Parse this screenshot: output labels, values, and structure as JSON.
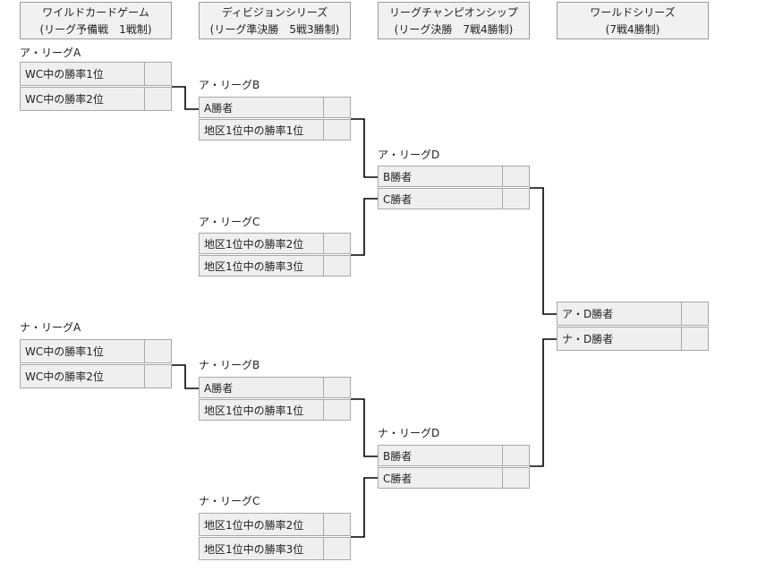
{
  "headers": [
    {
      "line1": "ワイルドカードゲーム",
      "line2": "(リーグ予備戦　1戦制)"
    },
    {
      "line1": "ディビジョンシリーズ",
      "line2": "(リーグ準決勝　5戦3勝制)"
    },
    {
      "line1": "リーグチャンピオンシップ",
      "line2": "(リーグ決勝　7戦4勝制)"
    },
    {
      "line1": "ワールドシリーズ",
      "line2": "(7戦4勝制)"
    }
  ],
  "matches": [
    {
      "label": "ア・リーグA",
      "teams": [
        "WC中の勝率1位",
        "WC中の勝率2位"
      ]
    },
    {
      "label": "ア・リーグB",
      "teams": [
        "A勝者",
        "地区1位中の勝率1位"
      ]
    },
    {
      "label": "ア・リーグC",
      "teams": [
        "地区1位中の勝率2位",
        "地区1位中の勝率3位"
      ]
    },
    {
      "label": "ア・リーグD",
      "teams": [
        "B勝者",
        "C勝者"
      ]
    },
    {
      "label": "ナ・リーグA",
      "teams": [
        "WC中の勝率1位",
        "WC中の勝率2位"
      ]
    },
    {
      "label": "ナ・リーグB",
      "teams": [
        "A勝者",
        "地区1位中の勝率1位"
      ]
    },
    {
      "label": "ナ・リーグC",
      "teams": [
        "地区1位中の勝率2位",
        "地区1位中の勝率3位"
      ]
    },
    {
      "label": "ナ・リーグD",
      "teams": [
        "B勝者",
        "C勝者"
      ]
    },
    {
      "label": "",
      "teams": [
        "ア・D勝者",
        "ナ・D勝者"
      ]
    }
  ],
  "colors": {
    "cell_bg": "#efefef",
    "border": "#a8a8a8",
    "header_bg": "#f1f1f1",
    "line": "#000000"
  }
}
